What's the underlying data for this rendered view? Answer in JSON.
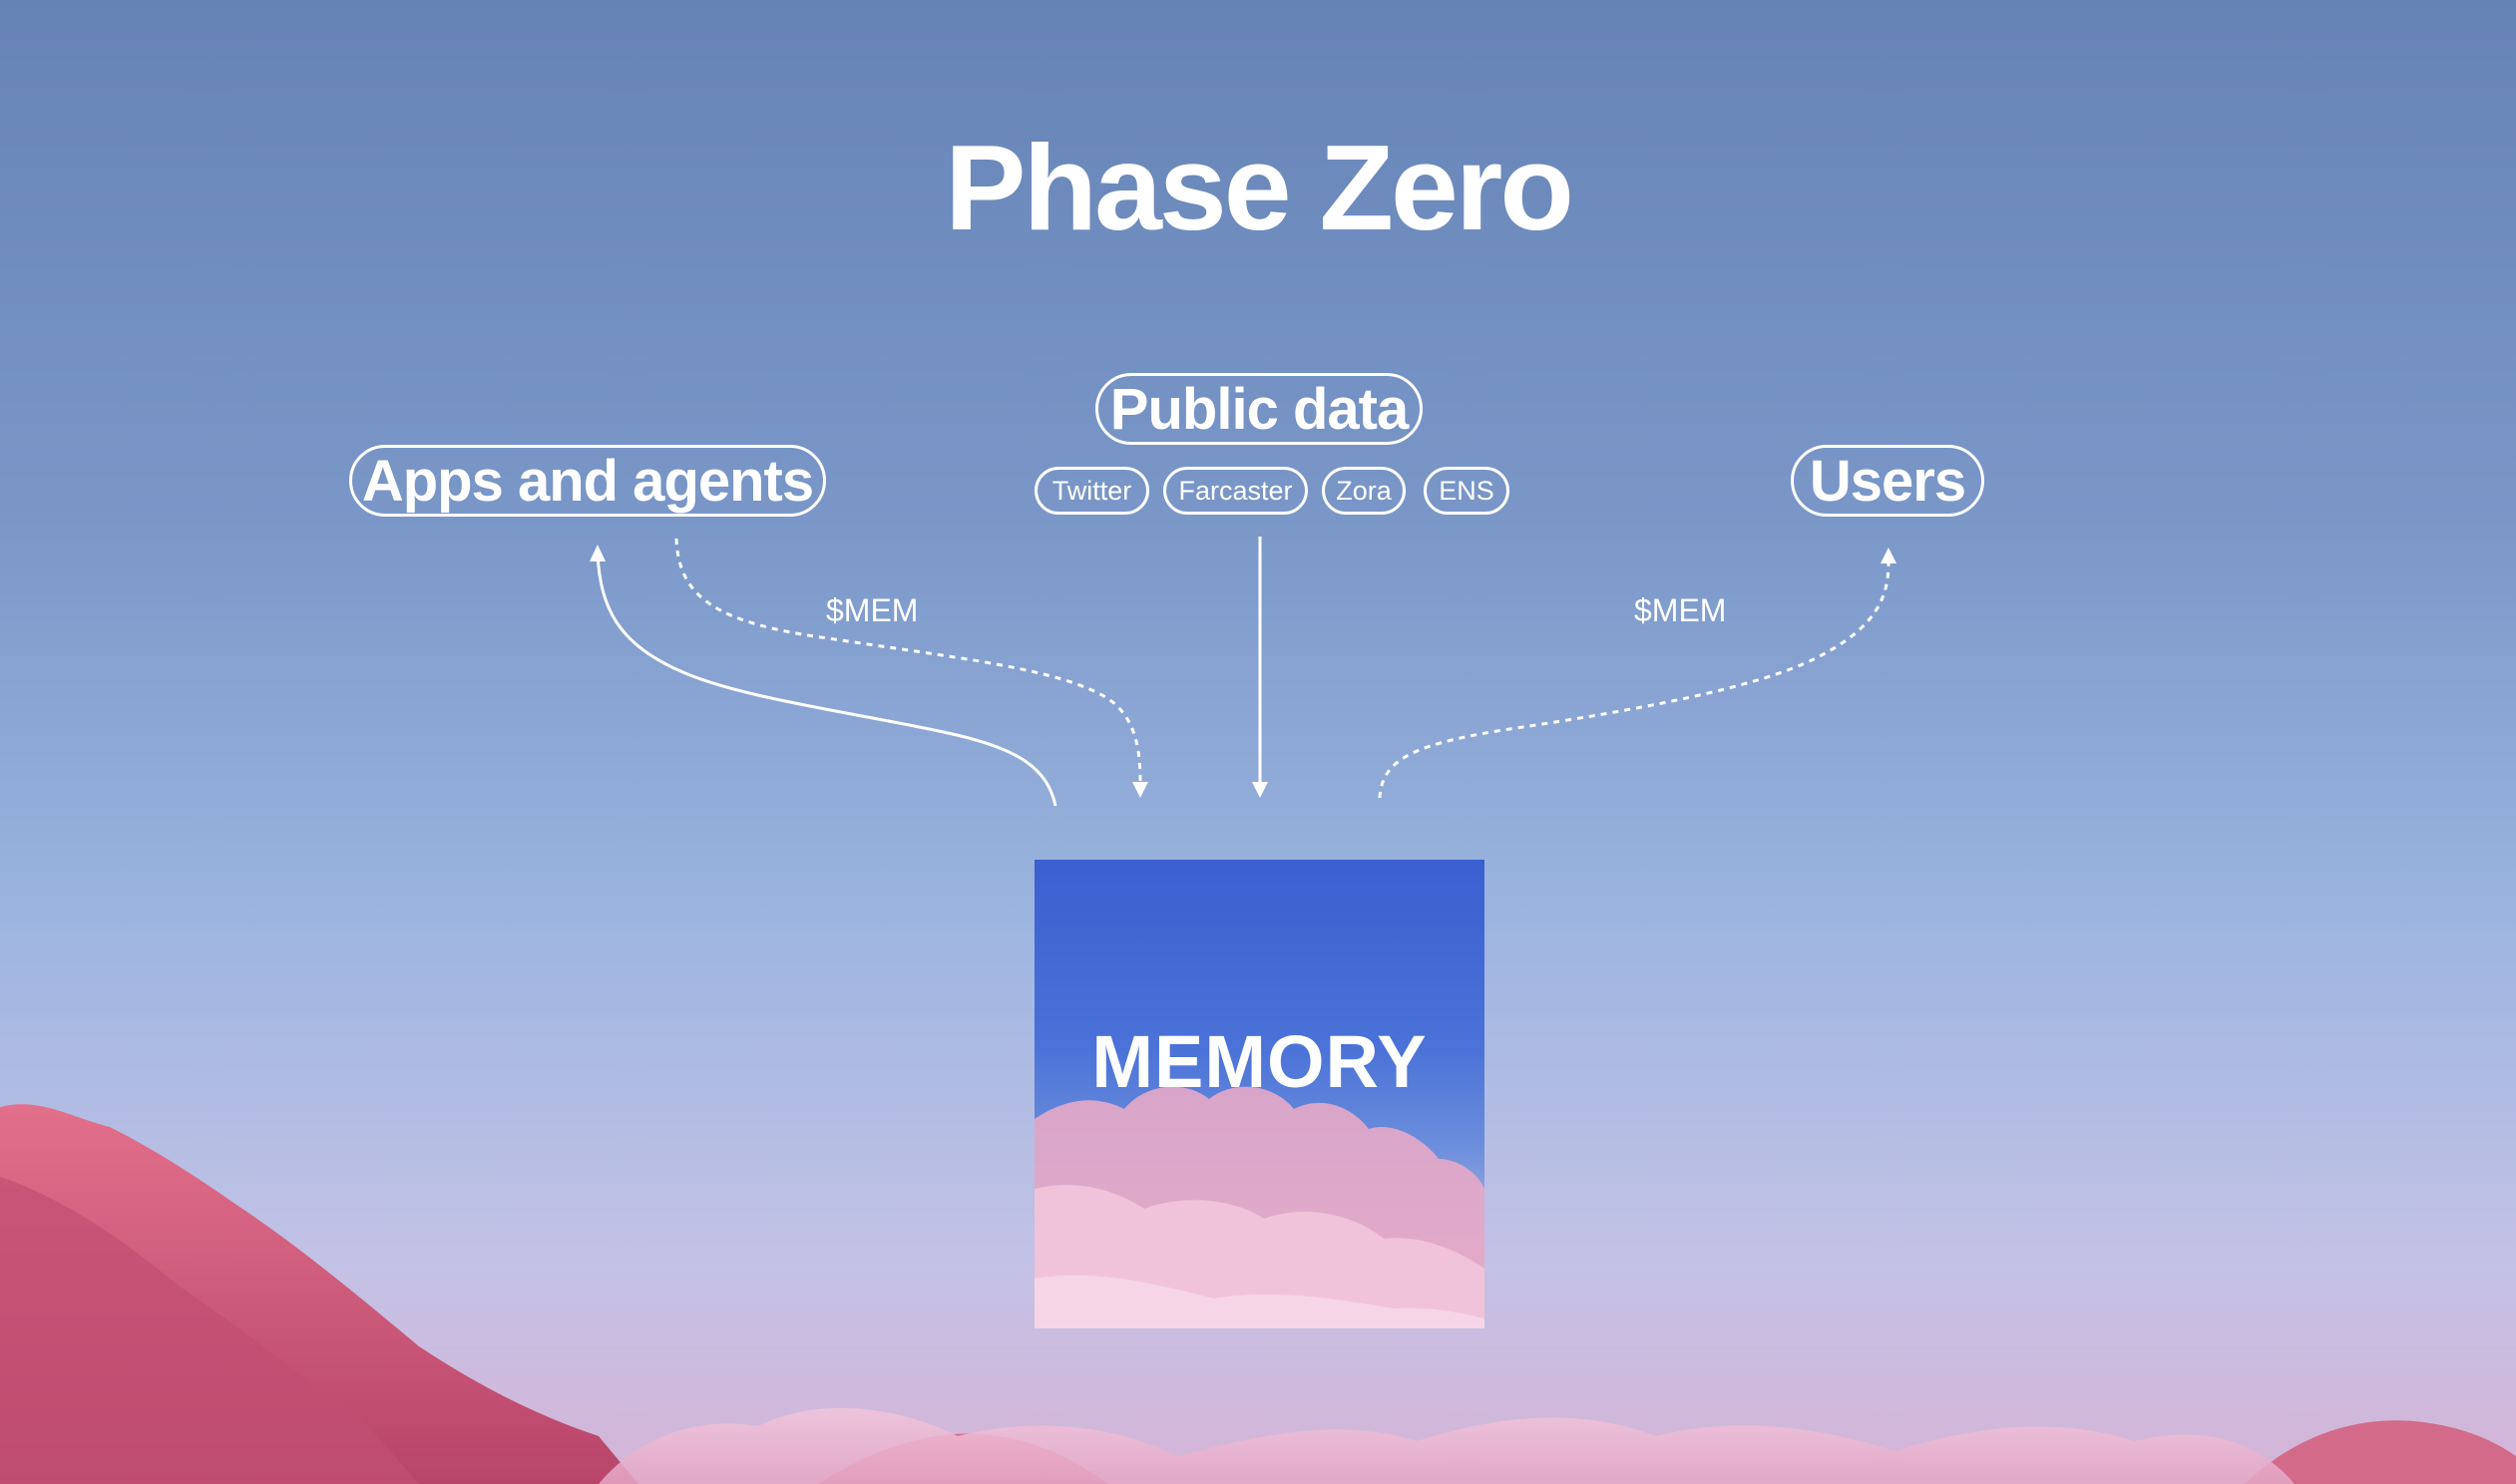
{
  "title": "Phase Zero",
  "nodes": {
    "apps": "Apps and agents",
    "public_data": "Public data",
    "users": "Users",
    "memory": "MEMORY"
  },
  "sources": [
    "Twitter",
    "Farcaster",
    "Zora",
    "ENS"
  ],
  "edge_labels": {
    "left": "$MEM",
    "right": "$MEM"
  },
  "colors": {
    "sky_top": "#6683b6",
    "sky_bottom": "#d6b4d6",
    "mountains": "#d9607e",
    "clouds": "#eab3cf",
    "memory_box_top": "#3b5fd0"
  }
}
